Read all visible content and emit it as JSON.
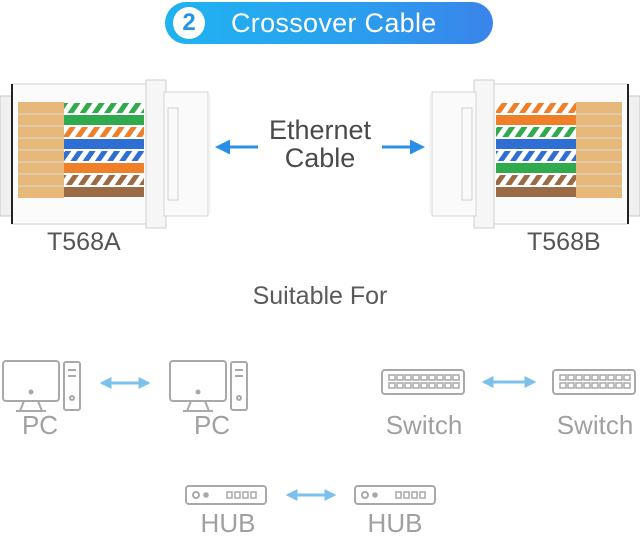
{
  "banner": {
    "number": "2",
    "title": "Crossover Cable"
  },
  "center_label": {
    "line1": "Ethernet",
    "line2": "Cable"
  },
  "left_standard": "T568A",
  "right_standard": "T568B",
  "suitable_for": "Suitable For",
  "pairs": [
    {
      "left": "PC",
      "right": "PC"
    },
    {
      "left": "Switch",
      "right": "Switch"
    },
    {
      "left": "HUB",
      "right": "HUB"
    }
  ],
  "colors": {
    "accent": "#2a8fe6",
    "arrow_light": "#7cc0ec",
    "icon_gray": "#a9a9a9",
    "wire_orange": "#f07f2a",
    "wire_green": "#2faa4c",
    "wire_blue": "#2f6fd3",
    "wire_brown": "#9a6b44"
  },
  "wiring": {
    "T568A": [
      "white-green",
      "green",
      "white-orange",
      "blue",
      "white-blue",
      "orange",
      "white-brown",
      "brown"
    ],
    "T568B": [
      "white-orange",
      "orange",
      "white-green",
      "blue",
      "white-blue",
      "green",
      "white-brown",
      "brown"
    ]
  }
}
